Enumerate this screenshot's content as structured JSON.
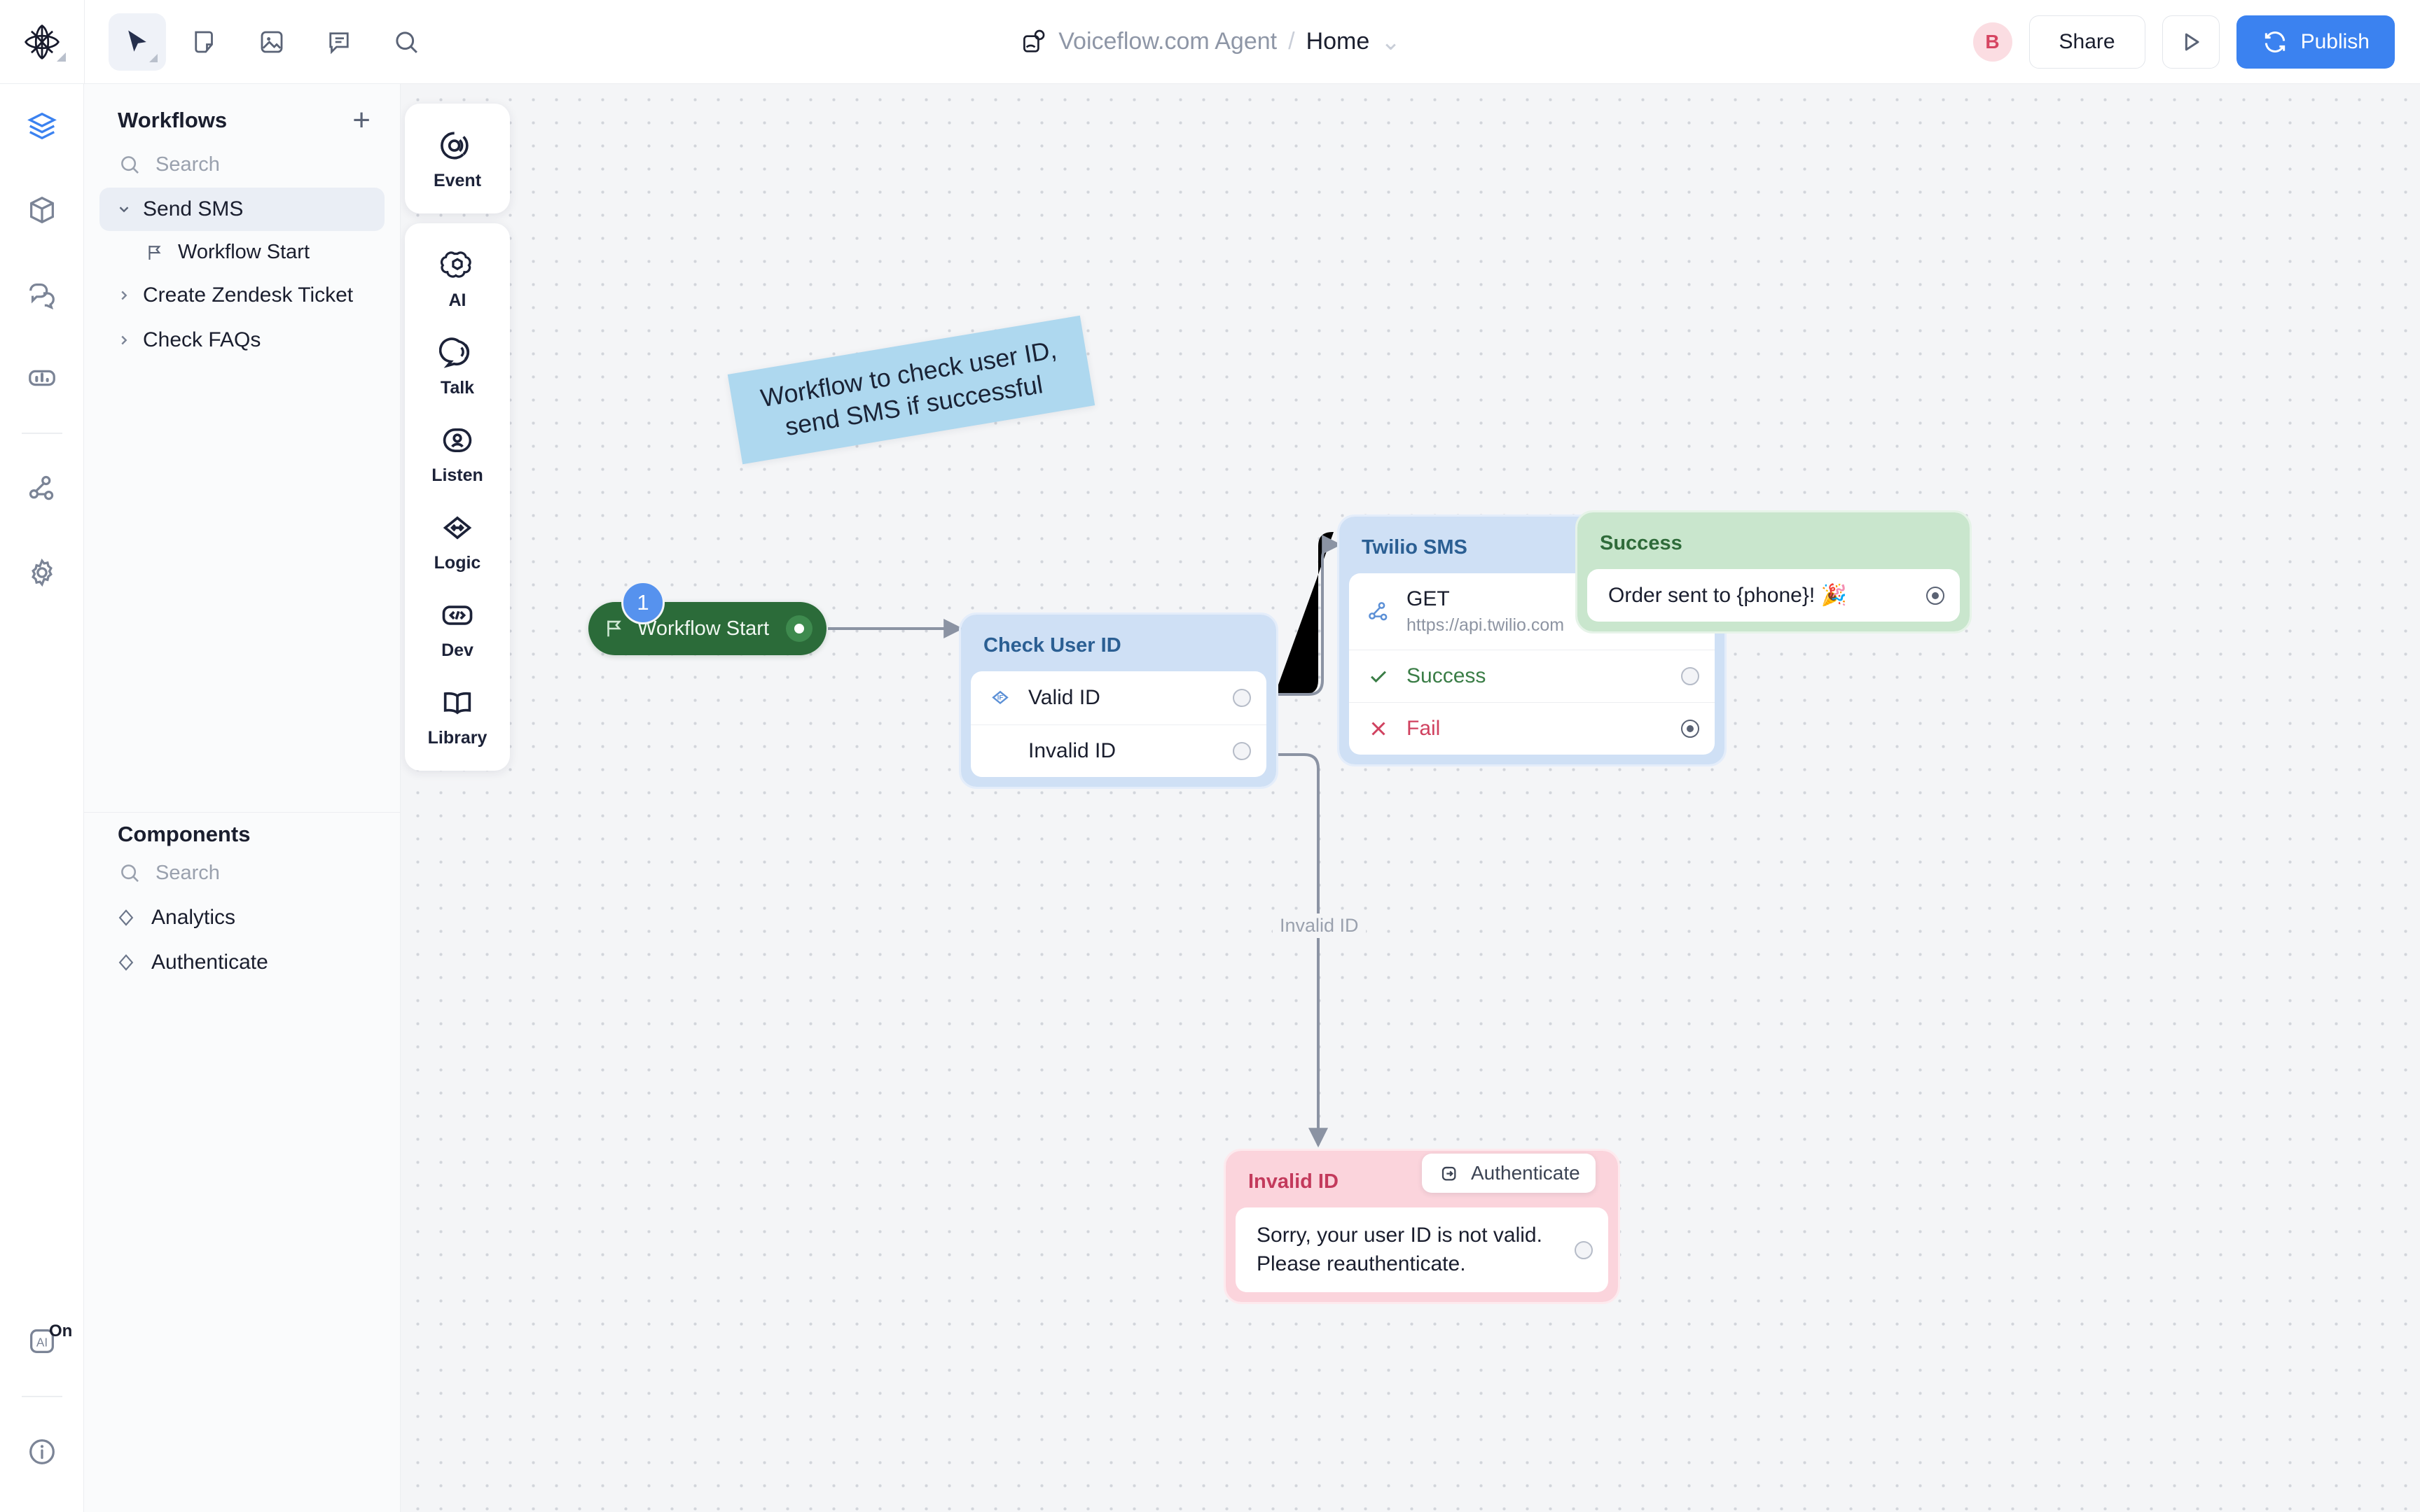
{
  "topbar": {
    "logo_icon": "voiceflow-logo-icon",
    "tools": [
      {
        "name": "select-tool",
        "icon": "cursor-icon",
        "active": true
      },
      {
        "name": "note-tool",
        "icon": "note-icon",
        "active": false
      },
      {
        "name": "image-tool",
        "icon": "image-icon",
        "active": false
      },
      {
        "name": "comment-tool",
        "icon": "comment-icon",
        "active": false
      },
      {
        "name": "search-tool",
        "icon": "search-icon",
        "active": false
      }
    ],
    "breadcrumb": {
      "project": "Voiceflow.com Agent",
      "separator": "/",
      "current": "Home",
      "caret": "⌄"
    },
    "avatar_initial": "B",
    "share_label": "Share",
    "run_icon": "play-icon",
    "publish_label": "Publish",
    "publish_icon": "refresh-icon",
    "publish_color": "#3b82f0"
  },
  "rail": {
    "items": [
      {
        "name": "rail-item-workflows",
        "icon": "layers-icon",
        "active": true
      },
      {
        "name": "rail-item-components",
        "icon": "cube-icon",
        "active": false
      },
      {
        "name": "rail-item-conversations",
        "icon": "chat-bubbles-icon",
        "active": false
      },
      {
        "name": "rail-item-analytics",
        "icon": "analytics-icon",
        "active": false
      },
      {
        "name": "rail-item-integrations",
        "icon": "api-node-icon",
        "active": false
      },
      {
        "name": "rail-item-settings",
        "icon": "gear-icon",
        "active": false
      }
    ],
    "bottom": {
      "ai_icon": "ai-box-icon",
      "ai_status": "On",
      "info_icon": "info-circle-icon"
    }
  },
  "sidebar": {
    "workflows": {
      "title": "Workflows",
      "add_label": "+",
      "search_placeholder": "Search",
      "search_value": "",
      "items": [
        {
          "label": "Send SMS",
          "expanded": true,
          "selected": true,
          "children": [
            {
              "label": "Workflow Start",
              "icon": "flag-icon"
            }
          ]
        },
        {
          "label": "Create Zendesk Ticket",
          "expanded": false,
          "selected": false,
          "children": []
        },
        {
          "label": "Check FAQs",
          "expanded": false,
          "selected": false,
          "children": []
        }
      ]
    },
    "components": {
      "title": "Components",
      "search_placeholder": "Search",
      "search_value": "",
      "items": [
        {
          "label": "Analytics",
          "icon": "diamond-icon"
        },
        {
          "label": "Authenticate",
          "icon": "diamond-icon"
        }
      ]
    }
  },
  "palette": {
    "groups": [
      {
        "items": [
          {
            "label": "Event",
            "icon": "event-icon"
          }
        ]
      },
      {
        "items": [
          {
            "label": "AI",
            "icon": "ai-openai-icon"
          },
          {
            "label": "Talk",
            "icon": "talk-icon"
          },
          {
            "label": "Listen",
            "icon": "listen-icon"
          },
          {
            "label": "Logic",
            "icon": "logic-icon"
          },
          {
            "label": "Dev",
            "icon": "dev-code-icon"
          },
          {
            "label": "Library",
            "icon": "library-book-icon"
          }
        ]
      }
    ]
  },
  "canvas": {
    "sticky_note": {
      "text": "Workflow to check user ID, send SMS if successful",
      "color": "#aed8ef"
    },
    "start_node": {
      "label": "Workflow Start",
      "badge": "1",
      "icon": "flag-icon",
      "color": "#2b6b39"
    },
    "blocks": [
      {
        "name": "check-user-id",
        "title": "Check User ID",
        "color": "#cfe0f5",
        "title_color": "#2b5f93",
        "rows": [
          {
            "icon": "if-condition-icon",
            "label": "Valid ID",
            "port": "open"
          },
          {
            "icon": "",
            "label": "Invalid ID",
            "port": "open"
          }
        ]
      },
      {
        "name": "twilio-sms",
        "title": "Twilio SMS",
        "color": "#cfe0f5",
        "title_color": "#2b5f93",
        "rows": [
          {
            "icon": "api-node-icon",
            "label": "GET",
            "sublabel": "https://api.twilio.com",
            "port": "none"
          },
          {
            "icon": "check-icon",
            "label": "Success",
            "port": "open",
            "tone": "green"
          },
          {
            "icon": "close-x-icon",
            "label": "Fail",
            "port": "filled",
            "tone": "red"
          }
        ]
      },
      {
        "name": "success",
        "title": "Success",
        "color": "#c9e6cd",
        "title_color": "#2f6b3a",
        "rows": [
          {
            "icon": "",
            "label": "Order sent to {phone}! 🎉",
            "port": "filled"
          }
        ]
      },
      {
        "name": "invalid-id",
        "title": "Invalid ID",
        "color": "#fbd4dc",
        "title_color": "#c33a5c",
        "rows": [
          {
            "icon": "",
            "label": "Sorry, your user ID is not valid. Please reauthenticate.",
            "port": "open"
          }
        ]
      }
    ],
    "edge_labels": [
      {
        "text": "Invalid ID"
      }
    ],
    "chips": [
      {
        "label": "Authenticate",
        "icon": "component-login-icon"
      }
    ]
  }
}
